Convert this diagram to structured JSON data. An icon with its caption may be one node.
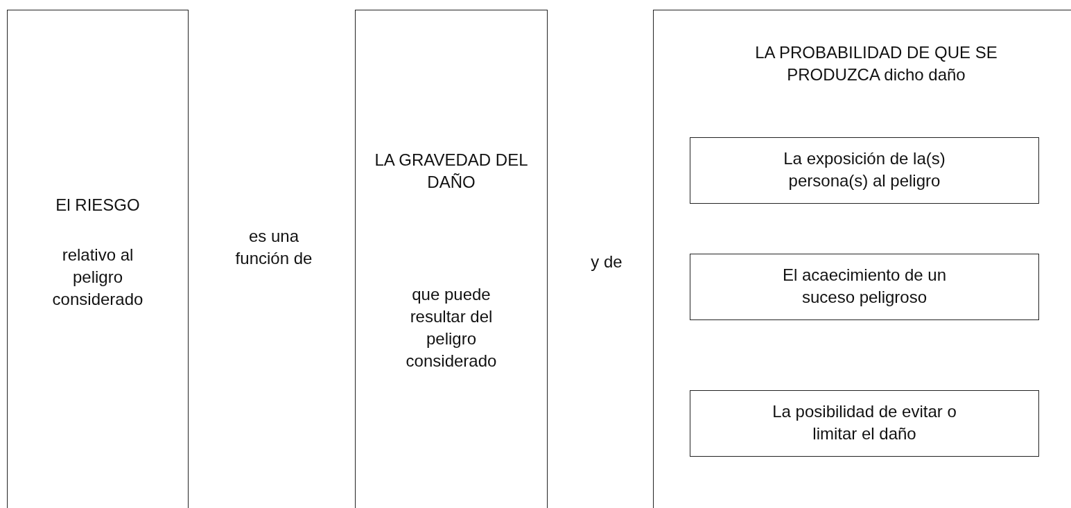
{
  "diagram": {
    "nodes": [
      {
        "text": [
          "El RIESGO",
          "relativo al peligro considerado"
        ]
      },
      {
        "text": [
          "LA GRAVEDAD DEL DAÑO",
          "que puede resultar del peligro considerado"
        ]
      },
      {
        "text": [
          "LA PROBABILIDAD DE QUE SE PRODUZCA dicho daño"
        ]
      },
      {
        "text": [
          "La exposición de la(s) persona(s) al peligro"
        ],
        "in": 2
      },
      {
        "text": [
          "El acaecimiento de un suceso peligroso"
        ],
        "in": 2
      },
      {
        "text": [
          "La posibilidad de evitar o limitar el daño"
        ],
        "in": 2
      }
    ],
    "edges": [],
    "labels": [
      "es una función de",
      "y de"
    ]
  }
}
